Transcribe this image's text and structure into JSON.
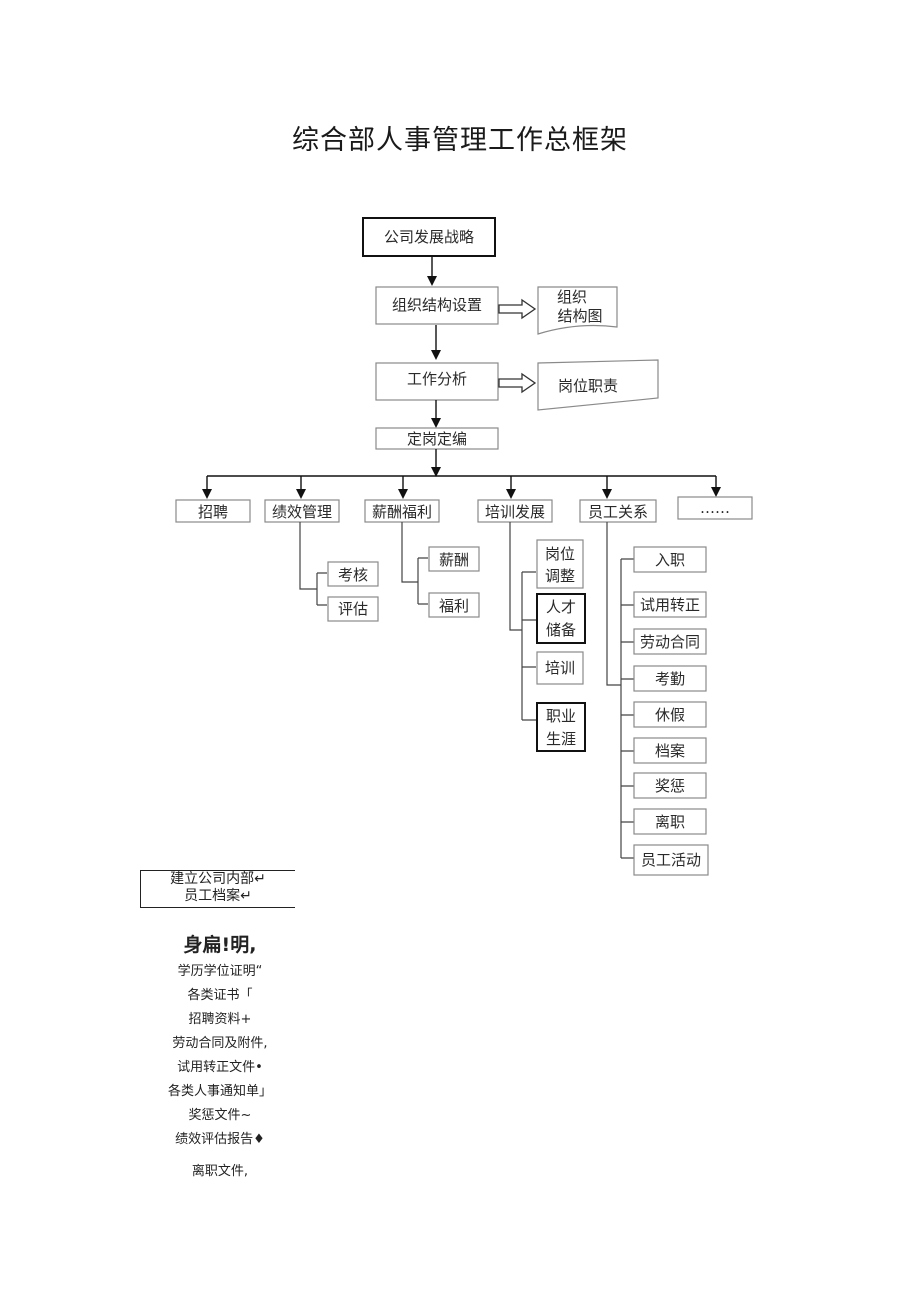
{
  "title": "综合部人事管理工作总框架",
  "flow": {
    "strategy": "公司发展战略",
    "org_setup": "组织结构设置",
    "org_chart_doc": [
      "组织",
      "结构图"
    ],
    "job_analysis": "工作分析",
    "job_duty_doc": "岗位职责",
    "staffing": "定岗定编"
  },
  "branches": [
    {
      "label": "招聘"
    },
    {
      "label": "绩效管理",
      "children": [
        "考核",
        "评估"
      ]
    },
    {
      "label": "薪酬福利",
      "children": [
        "薪酬",
        "福利"
      ]
    },
    {
      "label": "培训发展",
      "children": [
        [
          "岗位",
          "调整"
        ],
        [
          "人才",
          "储备"
        ],
        [
          "培训"
        ],
        [
          "职业",
          "生涯"
        ]
      ]
    },
    {
      "label": "员工关系",
      "children": [
        "入职",
        "试用转正",
        "劳动合同",
        "考勤",
        "休假",
        "档案",
        "奖惩",
        "离职",
        "员工活动"
      ]
    },
    {
      "label": "……"
    }
  ],
  "archive": {
    "box": [
      "建立公司内部↵",
      "员工档案↵"
    ],
    "head": "身扁!明,",
    "items": [
      "学历学位证明“",
      "各类证书「",
      "招聘资料+",
      "劳动合同及附件,",
      "试用转正文件•",
      "各类人事通知单」",
      "奖惩文件~",
      "绩效评估报告♦",
      "离职文件,"
    ]
  }
}
